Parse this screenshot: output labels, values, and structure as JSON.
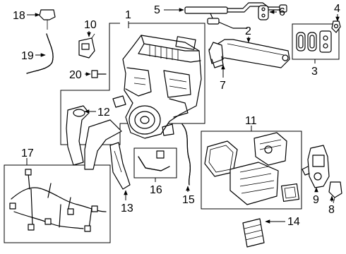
{
  "callouts": [
    {
      "id": "1",
      "text": "1"
    },
    {
      "id": "2",
      "text": "2"
    },
    {
      "id": "3",
      "text": "3"
    },
    {
      "id": "4",
      "text": "4"
    },
    {
      "id": "5",
      "text": "5"
    },
    {
      "id": "6",
      "text": "6"
    },
    {
      "id": "7",
      "text": "7"
    },
    {
      "id": "8",
      "text": "8"
    },
    {
      "id": "9",
      "text": "9"
    },
    {
      "id": "10",
      "text": "10"
    },
    {
      "id": "11",
      "text": "11"
    },
    {
      "id": "12",
      "text": "12"
    },
    {
      "id": "13",
      "text": "13"
    },
    {
      "id": "14",
      "text": "14"
    },
    {
      "id": "15",
      "text": "15"
    },
    {
      "id": "16",
      "text": "16"
    },
    {
      "id": "17",
      "text": "17"
    },
    {
      "id": "18",
      "text": "18"
    },
    {
      "id": "19",
      "text": "19"
    },
    {
      "id": "20",
      "text": "20"
    }
  ]
}
